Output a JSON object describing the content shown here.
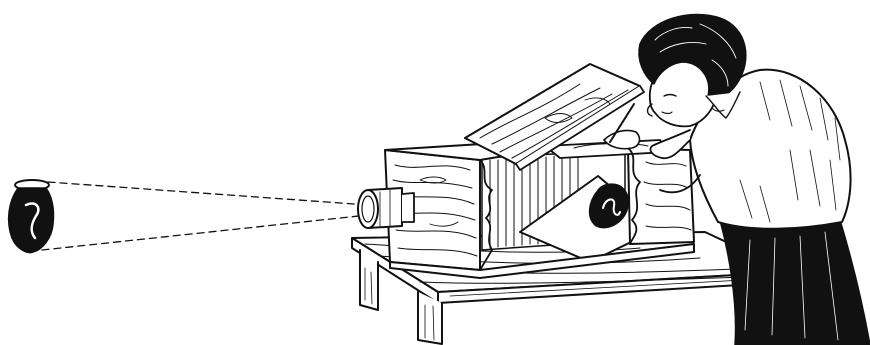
{
  "illustration": {
    "ink_color": "#111111",
    "paper_color": "#ffffff",
    "shadow_color": "#1a1a1a",
    "objects": [
      "vase-object",
      "camera-obscura-box",
      "lens-tube",
      "hinged-lid",
      "inclined-mirror",
      "projected-vase-image",
      "drawing-woman",
      "wooden-table"
    ]
  }
}
